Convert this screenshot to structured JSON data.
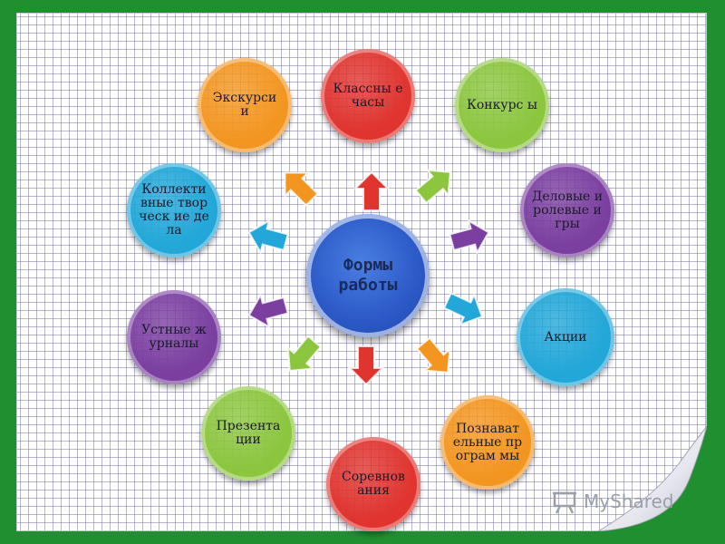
{
  "center": {
    "label": "Формы работы",
    "color": "#2c5ac8"
  },
  "nodes": [
    {
      "label": "Классны е часы",
      "color": "#e0342f"
    },
    {
      "label": "Конкурс ы",
      "color": "#8cc63f"
    },
    {
      "label": "Деловые и ролевые игры",
      "color": "#7b3fa0"
    },
    {
      "label": "Акции",
      "color": "#22a7d8"
    },
    {
      "label": "Познават ельные програм мы",
      "color": "#f39621"
    },
    {
      "label": "Соревнов ания",
      "color": "#e0342f"
    },
    {
      "label": "Презента ции",
      "color": "#8cc63f"
    },
    {
      "label": "Устные журналы",
      "color": "#7b3fa0"
    },
    {
      "label": "Коллекти вные творческ ие дела",
      "color": "#22a7d8"
    },
    {
      "label": "Экскурси и",
      "color": "#f39621"
    }
  ],
  "logo": {
    "text": "MyShared",
    "icon": "presentation-board-icon"
  },
  "colors": {
    "background": "#1f8f2f",
    "paper": "#ffffff",
    "grid": "#7878aa"
  }
}
